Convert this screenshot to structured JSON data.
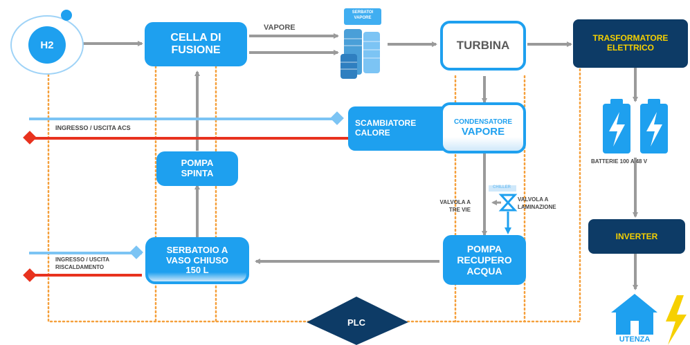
{
  "nodes": {
    "h2": "H2",
    "cella": [
      "CELLA DI",
      "FUSIONE"
    ],
    "serbatoi": [
      "SERBATOI",
      "VAPORE"
    ],
    "turbina": "TURBINA",
    "trasformatore": [
      "TRASFORMATORE",
      "ELETTRICO"
    ],
    "scambiatore": [
      "SCAMBIATORE",
      "CALORE"
    ],
    "condensatore": [
      "CONDENSATORE",
      "VAPORE"
    ],
    "pompa_spinta": [
      "POMPA",
      "SPINTA"
    ],
    "serbatoio": [
      "SERBATOIO A",
      "VASO CHIUSO",
      "150 L"
    ],
    "pompa_recupero": [
      "POMPA",
      "RECUPERO",
      "ACQUA"
    ],
    "inverter": "INVERTER",
    "plc": "PLC",
    "utenza": "UTENZA"
  },
  "labels": {
    "vapore": "VAPORE",
    "acs": "INGRESSO / USCITA ACS",
    "riscaldamento": [
      "INGRESSO / USCITA",
      "RISCALDAMENTO"
    ],
    "valvola_tre_vie": [
      "VALVOLA A",
      "TRE VIE"
    ],
    "valvola_laminazione": [
      "VALVOLA A",
      "LAMINAZIONE"
    ],
    "chiller": "CHILLER",
    "batterie": "BATTERIE 100 A 48 V"
  },
  "colors": {
    "accent": "#1ea0ef",
    "navy": "#0d3b66",
    "yellow": "#f6d000",
    "arrow": "#9a9a9a",
    "dotted": "#f5a03c",
    "hot_line": "#e8321e",
    "light_line": "#7cc4f4"
  },
  "icons": [
    "h2-atom-icon",
    "steam-tanks-icon",
    "battery-icon",
    "valve-icon",
    "house-icon",
    "lightning-icon"
  ]
}
